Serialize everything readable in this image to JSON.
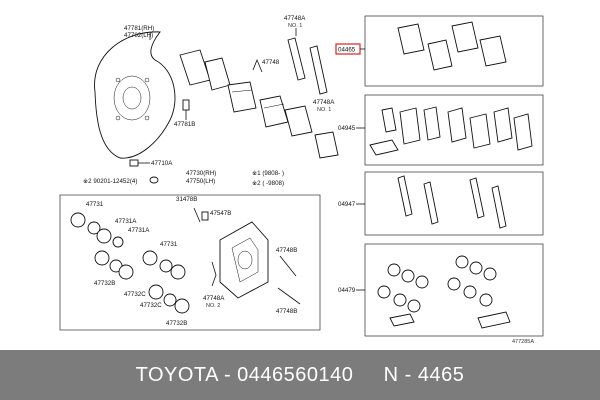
{
  "diagram": {
    "labels": {
      "shield_rh": "47781(RH)",
      "shield_lh": "47782(LH)",
      "bolt_47781b": "47781B",
      "bleeder_47710a": "47710A",
      "bolt_note": "※2 90201-12452(4)",
      "caliper_rh": "47730(RH)",
      "caliper_lh": "47750(LH)",
      "bolt_31478b": "31478B",
      "bolt_47547b": "47547B",
      "p47748a_top": "47748A",
      "p47748a_top_note": "NO. 1",
      "p47748": "47748",
      "p47748a_mid": "47748A",
      "p47748a_mid_note": "NO. 1",
      "kit_04465": "04465",
      "kit_04945": "04945",
      "kit_04947": "04947",
      "kit_04479": "04479",
      "note1": "※1 (9808-    )",
      "note2": "※2 (    -9808)",
      "p47731_a": "47731",
      "p47731a_a": "47731A",
      "p47731a_b": "47731A",
      "p47731_b": "47731",
      "p47732b_a": "47732B",
      "p47732c_a": "47732C",
      "p47732c_b": "47732C",
      "p47732b_b": "47732B",
      "p47748b_a": "47748B",
      "p47748b_b": "47748B",
      "p47748a_low": "47748A",
      "p47748a_low_note": "NO. 2",
      "figure_code": "477285A"
    }
  },
  "footer": {
    "text": "TOYOTA - 0446560140     N - 4465",
    "background": "#7c7c7c",
    "highlight_color": "#e02020"
  }
}
